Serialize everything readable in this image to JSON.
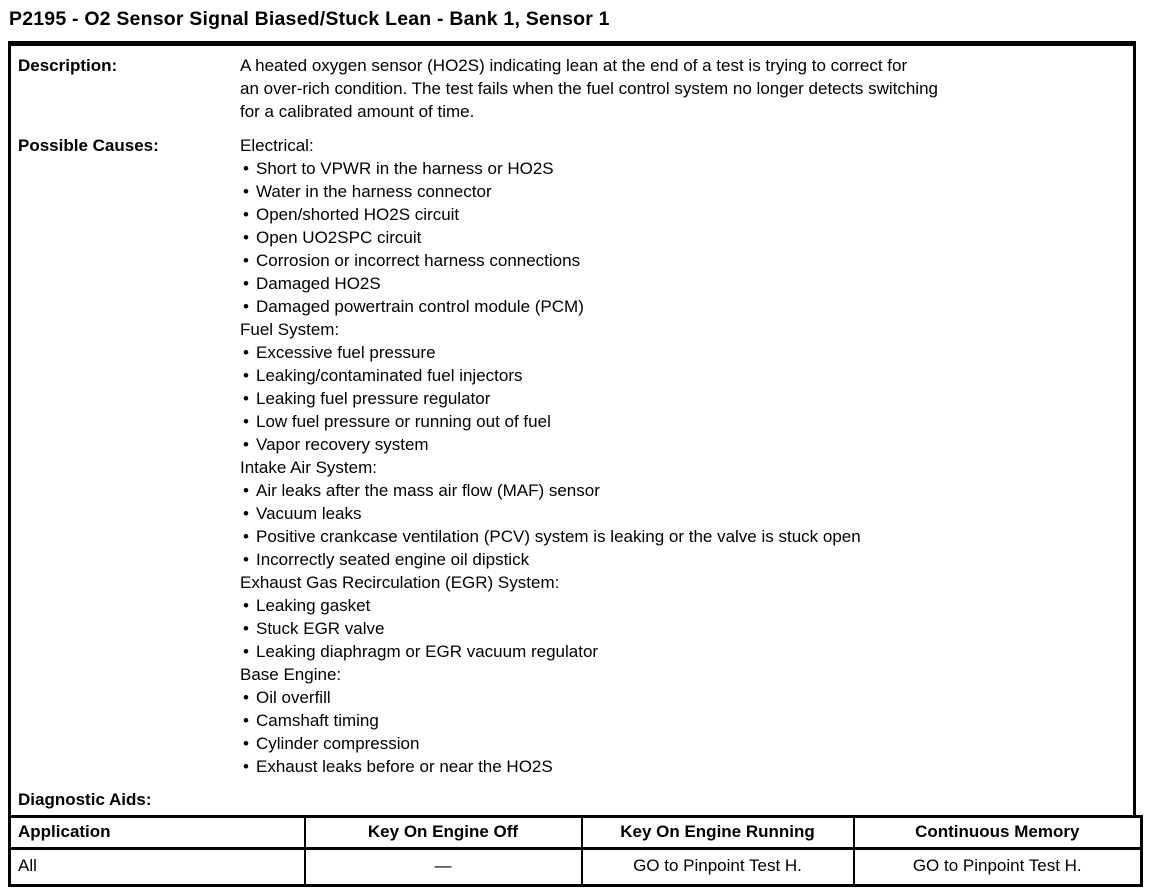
{
  "title": "P2195 - O2 Sensor Signal Biased/Stuck Lean - Bank 1, Sensor 1",
  "info_table": {
    "description": {
      "label": "Description:",
      "lines": [
        "A heated oxygen sensor (HO2S) indicating lean at the end of a test is trying to correct for",
        "an over-rich condition. The test fails when the fuel control system no longer detects switching",
        "for a calibrated amount of time."
      ]
    },
    "possible_causes": {
      "label": "Possible Causes:",
      "groups": [
        {
          "heading": "Electrical:",
          "items": [
            "Short to VPWR in the harness or HO2S",
            "Water in the harness connector",
            "Open/shorted HO2S circuit",
            "Open UO2SPC circuit",
            "Corrosion or incorrect harness connections",
            "Damaged HO2S",
            "Damaged powertrain control module (PCM)"
          ]
        },
        {
          "heading": "Fuel System:",
          "items": [
            "Excessive fuel pressure",
            "Leaking/contaminated fuel injectors",
            "Leaking fuel pressure regulator",
            "Low fuel pressure or running out of fuel",
            "Vapor recovery system"
          ]
        },
        {
          "heading": "Intake Air System:",
          "items": [
            "Air leaks after the mass air flow (MAF) sensor",
            "Vacuum leaks",
            "Positive crankcase ventilation (PCV) system is leaking or the valve is stuck open",
            "Incorrectly seated engine oil dipstick"
          ]
        },
        {
          "heading": "Exhaust Gas Recirculation (EGR) System:",
          "items": [
            "Leaking gasket",
            "Stuck EGR valve",
            "Leaking diaphragm or EGR vacuum regulator"
          ]
        },
        {
          "heading": "Base Engine:",
          "items": [
            "Oil overfill",
            "Camshaft timing",
            "Cylinder compression",
            "Exhaust leaks before or near the HO2S"
          ]
        }
      ]
    },
    "diagnostic_aids_label": "Diagnostic Aids:"
  },
  "action_table": {
    "headers": [
      "Application",
      "Key On Engine Off",
      "Key On Engine Running",
      "Continuous Memory"
    ],
    "rows": [
      [
        "All",
        "—",
        "GO to Pinpoint Test H.",
        "GO to Pinpoint Test H."
      ]
    ]
  },
  "bullet_glyph": "•",
  "colors": {
    "background": "#ffffff",
    "text": "#000000",
    "border": "#000000"
  }
}
